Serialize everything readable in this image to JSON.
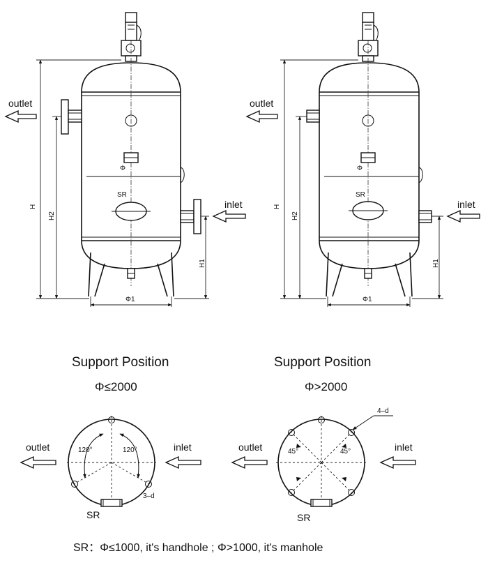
{
  "vessels": [
    {
      "outlet": "outlet",
      "inlet": "inlet",
      "H": "H",
      "H2": "H2",
      "H1": "H1",
      "phi": "Φ",
      "phi1": "Φ1",
      "sr": "SR"
    },
    {
      "outlet": "outlet",
      "inlet": "inlet",
      "H": "H",
      "H2": "H2",
      "H1": "H1",
      "phi": "Φ",
      "phi1": "Φ1",
      "sr": "SR"
    }
  ],
  "supports": [
    {
      "title": "Support Position",
      "condition": "Φ≤2000",
      "outlet": "outlet",
      "inlet": "inlet",
      "angle1": "120°",
      "angle2": "120°",
      "holes": "3–d",
      "sr": "SR"
    },
    {
      "title": "Support Position",
      "condition": "Φ>2000",
      "outlet": "outlet",
      "inlet": "inlet",
      "angle1": "45°",
      "angle2": "45°",
      "holes": "4–d",
      "sr": "SR"
    }
  ],
  "note": "SR：Φ≤1000, it's handhole ; Φ>1000, it's manhole"
}
